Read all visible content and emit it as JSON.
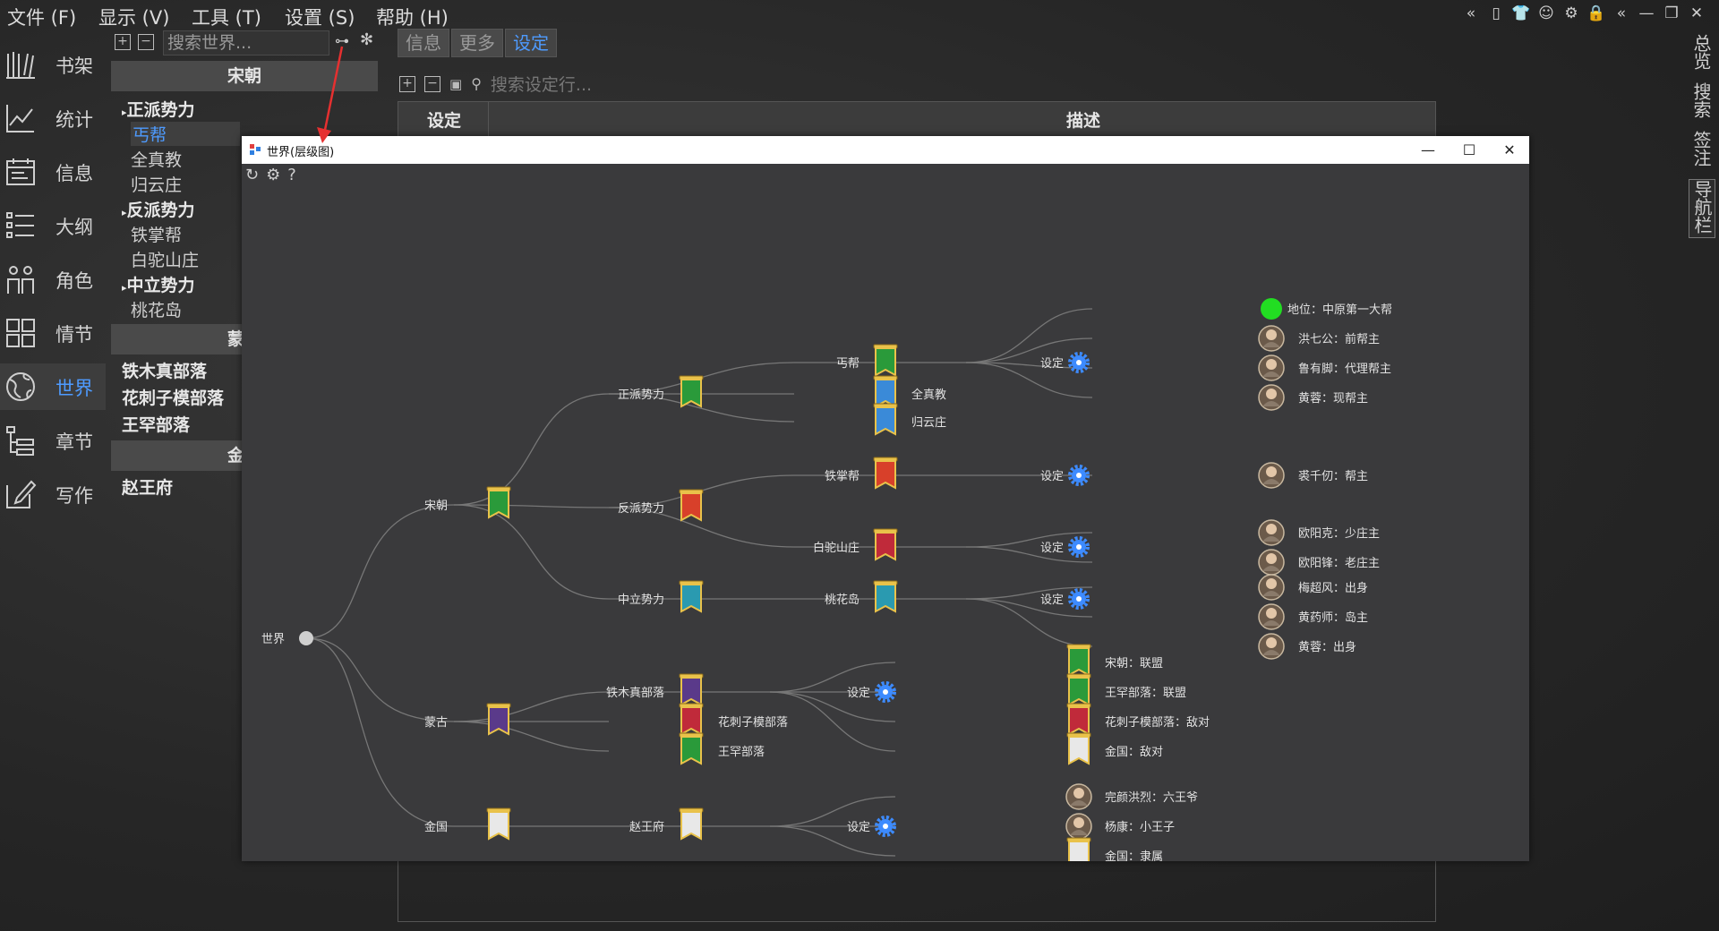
{
  "menu": [
    "文件 (F)",
    "显示 (V)",
    "工具 (T)",
    "设置 (S)",
    "帮助 (H)"
  ],
  "top_icons": [
    "collapse-left-icon",
    "sidebar-icon",
    "shirt-icon",
    "user-icon",
    "gear-icon",
    "lock-icon",
    "collapse-left-icon",
    "minimize-icon",
    "restore-icon",
    "close-icon"
  ],
  "nav": [
    {
      "label": "书架",
      "icon": "bookshelf-icon"
    },
    {
      "label": "统计",
      "icon": "chart-line-icon"
    },
    {
      "label": "信息",
      "icon": "calendar-icon"
    },
    {
      "label": "大纲",
      "icon": "list-icon"
    },
    {
      "label": "角色",
      "icon": "people-icon"
    },
    {
      "label": "情节",
      "icon": "grid-icon"
    },
    {
      "label": "世界",
      "icon": "globe-icon",
      "active": true
    },
    {
      "label": "章节",
      "icon": "tree-icon"
    },
    {
      "label": "写作",
      "icon": "edit-icon"
    }
  ],
  "tree": {
    "search_placeholder": "搜索世界...",
    "groups": [
      "宋朝",
      "蒙",
      "金"
    ],
    "song": {
      "factions": [
        {
          "name": "正派势力",
          "items": [
            "丐帮",
            "全真教",
            "归云庄"
          ]
        },
        {
          "name": "反派势力",
          "items": [
            "铁掌帮",
            "白驼山庄"
          ]
        },
        {
          "name": "中立势力",
          "items": [
            "桃花岛"
          ]
        }
      ]
    },
    "mongol_items": [
      "铁木真部落",
      "花刺子模部落",
      "王罕部落"
    ],
    "jin_items": [
      "赵王府"
    ],
    "selected": "丐帮"
  },
  "tabs": [
    "信息",
    "更多",
    "设定"
  ],
  "active_tab": "设定",
  "setting_search": "搜索设定行...",
  "table": {
    "col1": "设定",
    "col2": "描述"
  },
  "right_rail": [
    "总览",
    "搜索",
    "签注",
    "导航栏"
  ],
  "popup": {
    "title": "世界(层级图)",
    "toolbar": [
      "↻",
      "⚙",
      "?"
    ],
    "win_buttons": [
      "—",
      "☐",
      "✕"
    ]
  },
  "hierarchy": {
    "root": "世界",
    "nodes": {
      "song": "宋朝",
      "mongol": "蒙古",
      "jin": "金国",
      "zhengpai": "正派势力",
      "fanpai": "反派势力",
      "zhongli": "中立势力",
      "gaibang": "丐帮",
      "quanzhen": "全真教",
      "guiyun": "归云庄",
      "tiezhang": "铁掌帮",
      "baituo": "白驼山庄",
      "taohua": "桃花岛",
      "tiemuzhen": "铁木真部落",
      "huaci": "花刺子模部落",
      "wanghan": "王罕部落",
      "zhaowang": "赵王府",
      "setting": "设定"
    },
    "details": {
      "gaibang": [
        "地位：中原第一大帮",
        "洪七公：前帮主",
        "鲁有脚：代理帮主",
        "黄蓉：现帮主"
      ],
      "tiezhang": [
        "裘千仞：帮主"
      ],
      "baituo": [
        "欧阳克：少庄主",
        "欧阳锋：老庄主"
      ],
      "taohua": [
        "梅超风：出身",
        "黄药师：岛主",
        "黄蓉：出身"
      ],
      "mongol": [
        "宋朝：联盟",
        "王罕部落：联盟",
        "花刺子模部落：敌对",
        "金国：敌对"
      ],
      "jin": [
        "完颜洪烈：六王爷",
        "杨康：小王子",
        "金国：隶属"
      ]
    }
  },
  "colors": {
    "accent": "#4e9bff",
    "gear": "#3d8bff",
    "status_green": "#22dd22"
  }
}
